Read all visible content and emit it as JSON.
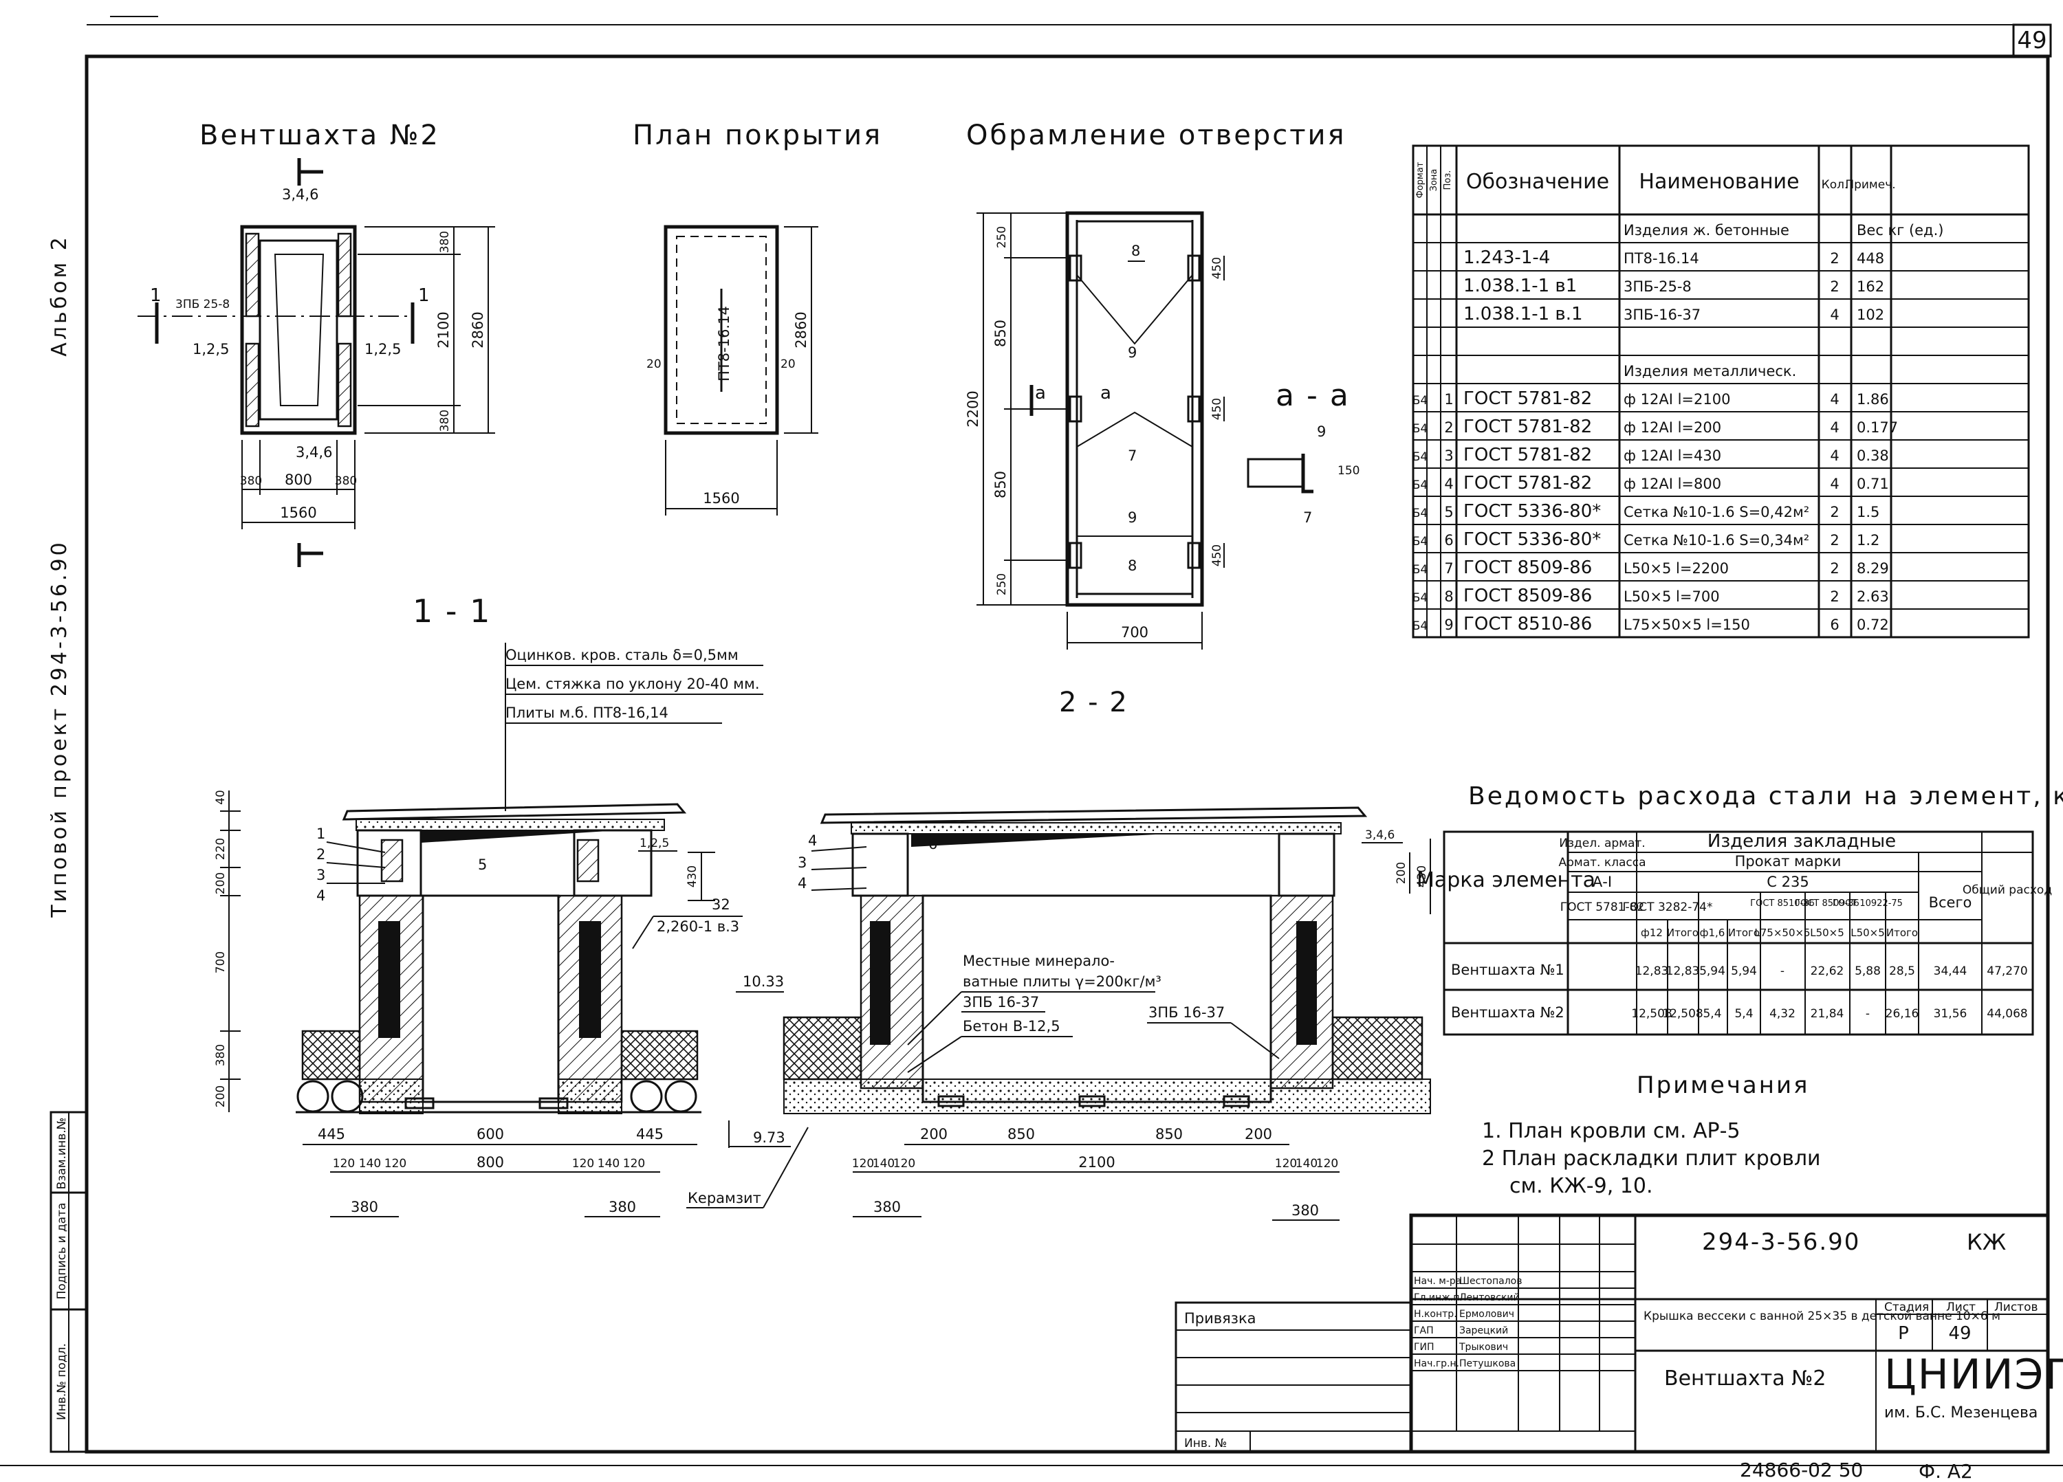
{
  "sheet_number": "49",
  "left_margin": {
    "album": "Альбом 2",
    "project": "Типовой проект 294-3-56.90"
  },
  "views": {
    "vent_title": "Вентшахта №2",
    "plan_title": "План покрытия",
    "opening_title": "Обрамление отверстия",
    "section_a": "а - а",
    "section_11": "1 - 1",
    "section_22": "2 - 2"
  },
  "view_labels": {
    "vent": {
      "marks": [
        "3,4,6",
        "3ПБ 25-8",
        "1,2,5",
        "1,2,5",
        "3,4,6",
        "1",
        "1"
      ],
      "dims": [
        "380",
        "2100",
        "380",
        "2860",
        "380",
        "800",
        "380",
        "1560"
      ]
    },
    "plan": {
      "label": "ПТ8-16.14",
      "dims": [
        "20",
        "20",
        "2860",
        "1560"
      ]
    },
    "opening": {
      "dims": [
        "250",
        "850",
        "850",
        "250",
        "2200",
        "450",
        "450",
        "450",
        "700",
        "150"
      ],
      "marks": [
        "8",
        "9",
        "7",
        "9",
        "8",
        "а",
        "а",
        "9",
        "7"
      ]
    }
  },
  "callouts": [
    "Оцинков. кров. сталь δ=0,5мм",
    "Цем. стяжка по уклону 20-40 мм.",
    "Плиты м.б. ПТ8-16,14"
  ],
  "section_labels": {
    "s11": {
      "marks": [
        "1",
        "2",
        "3",
        "4",
        "5",
        "1,2,5",
        "32",
        "2,260-1 в.3"
      ],
      "dims_left": [
        "40",
        "220",
        "200",
        "700",
        "380",
        "200"
      ],
      "dims_right": [
        "430"
      ],
      "dims_bottom": [
        "445",
        "600",
        "445",
        "120",
        "140",
        "120",
        "800",
        "120",
        "140",
        "120",
        "380",
        "380"
      ],
      "elev": [
        "10.33",
        "9.73"
      ],
      "ceramsite": "Керамзит"
    },
    "s22": {
      "marks": [
        "4",
        "3",
        "4",
        "6",
        "3,4,6",
        "3ПБ 16-37"
      ],
      "dims_right": [
        "200",
        "430"
      ],
      "dims_bottom": [
        "200",
        "850",
        "850",
        "200",
        "120",
        "140",
        "120",
        "2100",
        "120",
        "140",
        "120",
        "380",
        "380"
      ],
      "notes": [
        "Местные минерало-",
        "ватные плиты γ=200кг/м³",
        "3ПБ 16-37",
        "Бетон В-12,5"
      ]
    }
  },
  "spec_table": {
    "headers": [
      "Формат",
      "Зона",
      "Поз.",
      "Обозначение",
      "Наименование",
      "Кол.",
      "Примеч."
    ],
    "rows": [
      {
        "fmt": "",
        "pos": "",
        "designation": "",
        "name": "Изделия ж. бетонные",
        "qty": "",
        "note": "Вес кг (ед.)"
      },
      {
        "fmt": "",
        "pos": "",
        "designation": "1.243-1-4",
        "name": "ПТ8-16.14",
        "qty": "2",
        "note": "448"
      },
      {
        "fmt": "",
        "pos": "",
        "designation": "1.038.1-1 в1",
        "name": "3ПБ-25-8",
        "qty": "2",
        "note": "162"
      },
      {
        "fmt": "",
        "pos": "",
        "designation": "1.038.1-1 в.1",
        "name": "3ПБ-16-37",
        "qty": "4",
        "note": "102"
      },
      {
        "fmt": "",
        "pos": "",
        "designation": "",
        "name": "",
        "qty": "",
        "note": ""
      },
      {
        "fmt": "",
        "pos": "",
        "designation": "",
        "name": "Изделия металлическ.",
        "qty": "",
        "note": ""
      },
      {
        "fmt": "Б4",
        "pos": "1",
        "designation": "ГОСТ 5781-82",
        "name": "ф 12АI l=2100",
        "qty": "4",
        "note": "1.86"
      },
      {
        "fmt": "Б4",
        "pos": "2",
        "designation": "ГОСТ 5781-82",
        "name": "ф 12АI l=200",
        "qty": "4",
        "note": "0.177"
      },
      {
        "fmt": "Б4",
        "pos": "3",
        "designation": "ГОСТ 5781-82",
        "name": "ф 12АI l=430",
        "qty": "4",
        "note": "0.38"
      },
      {
        "fmt": "Б4",
        "pos": "4",
        "designation": "ГОСТ 5781-82",
        "name": "ф 12АI l=800",
        "qty": "4",
        "note": "0.71"
      },
      {
        "fmt": "Б4",
        "pos": "5",
        "designation": "ГОСТ 5336-80*",
        "name": "Сетка №10-1.6 S=0,42м²",
        "qty": "2",
        "note": "1.5"
      },
      {
        "fmt": "Б4",
        "pos": "6",
        "designation": "ГОСТ 5336-80*",
        "name": "Сетка №10-1.6 S=0,34м²",
        "qty": "2",
        "note": "1.2"
      },
      {
        "fmt": "Б4",
        "pos": "7",
        "designation": "ГОСТ 8509-86",
        "name": "L50×5 l=2200",
        "qty": "2",
        "note": "8.29"
      },
      {
        "fmt": "Б4",
        "pos": "8",
        "designation": "ГОСТ 8509-86",
        "name": "L50×5 l=700",
        "qty": "2",
        "note": "2.63"
      },
      {
        "fmt": "Б4",
        "pos": "9",
        "designation": "ГОСТ 8510-86",
        "name": "L75×50×5 l=150",
        "qty": "6",
        "note": "0.72"
      }
    ]
  },
  "steel_table": {
    "title": "Ведомость расхода стали на элемент, кг",
    "h_mark": "Марка элемента",
    "h_section": "Издел. армат.",
    "h_embedded": "Изделия закладные",
    "h_class": "Армат. класса",
    "h_rolled": "Прокат марки",
    "h_a1": "А-I",
    "h_c235": "С 235",
    "h_gost": [
      "ГОСТ 5781-82",
      "ГОСТ 3282-74*",
      "ГОСТ 8510-86",
      "ГОСТ 8509-86",
      "ГОСТ 10922-75"
    ],
    "h_sub": [
      "ф12",
      "Итого",
      "ф1,6",
      "Итого",
      "L75×50×5",
      "L50×5",
      "L50×5",
      "Итого"
    ],
    "h_total": "Всего",
    "h_grand": "Общий расход",
    "rows": [
      {
        "name": "Вентшахта №1",
        "v": [
          "12,83",
          "12,83",
          "5,94",
          "5,94",
          "-",
          "22,62",
          "5,88",
          "28,5",
          "34,44",
          "47,270"
        ]
      },
      {
        "name": "Вентшахта №2",
        "v": [
          "12,508",
          "12,508",
          "5,4",
          "5,4",
          "4,32",
          "21,84",
          "-",
          "26,16",
          "31,56",
          "44,068"
        ]
      }
    ]
  },
  "notes": {
    "title": "Примечания",
    "lines": [
      "1. План кровли см. АР-5",
      "2 План раскладки плит кровли",
      "см. КЖ-9, 10."
    ]
  },
  "title_block": {
    "project_code": "294-3-56.90",
    "code_suffix": "КЖ",
    "roles": [
      "Нач. м-ра",
      "Гл.инж.п.",
      "Н.контр.",
      "ГАП",
      "ГИП",
      "Нач.гр.н."
    ],
    "names": [
      "Шестопалов",
      "Лентовский",
      "Ермолович",
      "Зарецкий",
      "Трыкович",
      "Петушкова"
    ],
    "binding": "Привязка",
    "inv": "Инв. №",
    "description": "Крышка вессеки с ванной 25×35 в детской ванне 10×6 м",
    "element_name": "Вентшахта №2",
    "stage_label": "Стадия",
    "sheet_label": "Лист",
    "sheets_label": "Листов",
    "stage": "Р",
    "sheet": "49",
    "org": "ЦНИИЭП",
    "org_sub": "им. Б.С. Мезенцева",
    "archive": "24866-02 50",
    "format": "Ф. А2"
  },
  "margin_stamp": [
    "Инв.№ подл.",
    "Подпись и дата",
    "Взам.инв.№"
  ]
}
